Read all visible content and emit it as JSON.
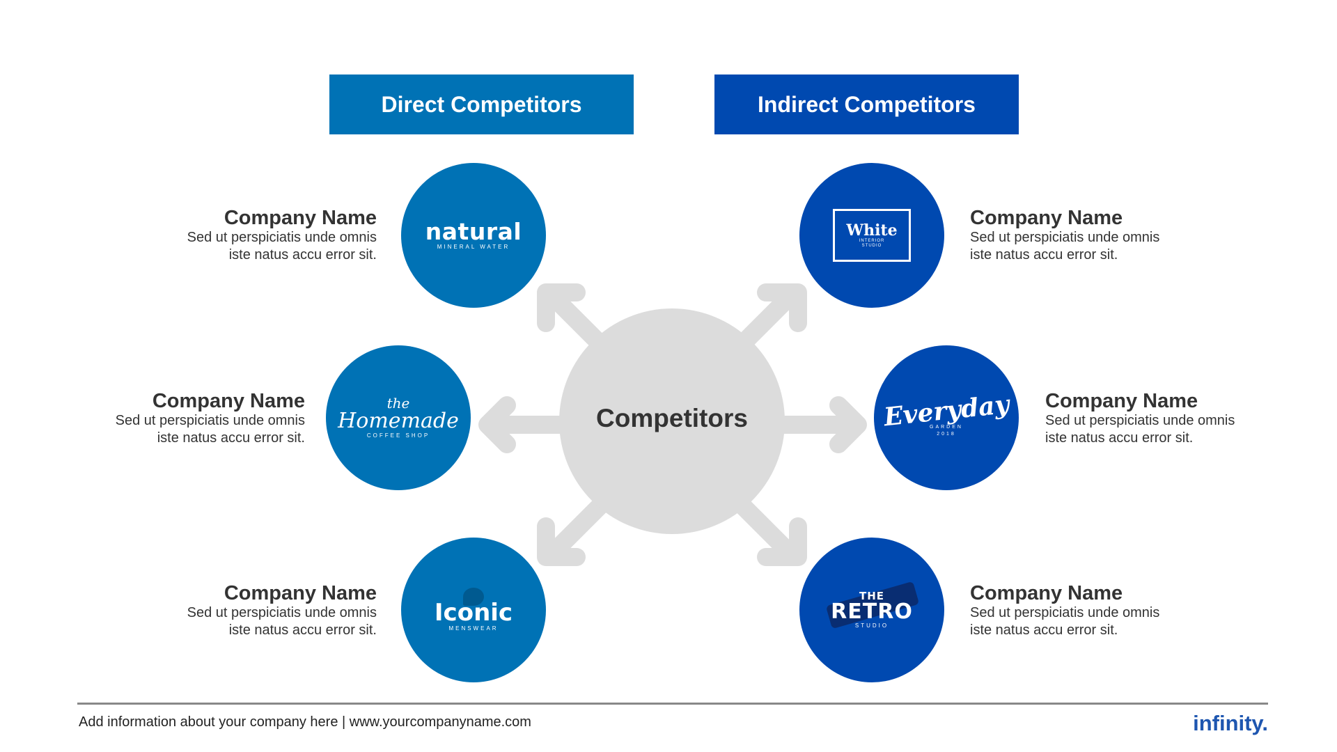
{
  "headers": {
    "direct": "Direct Competitors",
    "indirect": "Indirect Competitors"
  },
  "center": {
    "label": "Competitors"
  },
  "colors": {
    "direct": "#0072b5",
    "indirect": "#0049b0",
    "center": "#dcdcdc",
    "text": "#333333",
    "brand": "#1e56b0"
  },
  "companies": [
    {
      "name": "Company Name",
      "desc_line1": "Sed ut perspiciatis unde omnis",
      "desc_line2": "iste natus accu error sit."
    },
    {
      "name": "Company Name",
      "desc_line1": "Sed ut perspiciatis unde omnis",
      "desc_line2": "iste natus accu error sit."
    },
    {
      "name": "Company Name",
      "desc_line1": "Sed ut perspiciatis unde omnis",
      "desc_line2": "iste natus accu error sit."
    },
    {
      "name": "Company Name",
      "desc_line1": "Sed ut perspiciatis unde omnis",
      "desc_line2": "iste natus accu error sit."
    },
    {
      "name": "Company Name",
      "desc_line1": "Sed ut perspiciatis unde omnis",
      "desc_line2": "iste natus accu error sit."
    },
    {
      "name": "Company Name",
      "desc_line1": "Sed ut perspiciatis unde omnis",
      "desc_line2": "iste natus accu error sit."
    }
  ],
  "logos": {
    "natural": {
      "main": "natural",
      "sub": "MINERAL WATER"
    },
    "homemade": {
      "top": "the",
      "main": "Homemade",
      "sub": "COFFEE SHOP"
    },
    "iconic": {
      "main": "Iconic",
      "sub": "MENSWEAR"
    },
    "white": {
      "main": "White",
      "sub1": "INTERIOR",
      "sub2": "STUDIO"
    },
    "everyday": {
      "main": "Everyday",
      "sub1": "GARDEN",
      "sub2": "2018"
    },
    "retro": {
      "top": "THE",
      "main": "RETRO",
      "sub": "STUDIO"
    }
  },
  "footer": {
    "text": "Add information about your company here | www.yourcompanyname.com",
    "brand": "infinity."
  }
}
